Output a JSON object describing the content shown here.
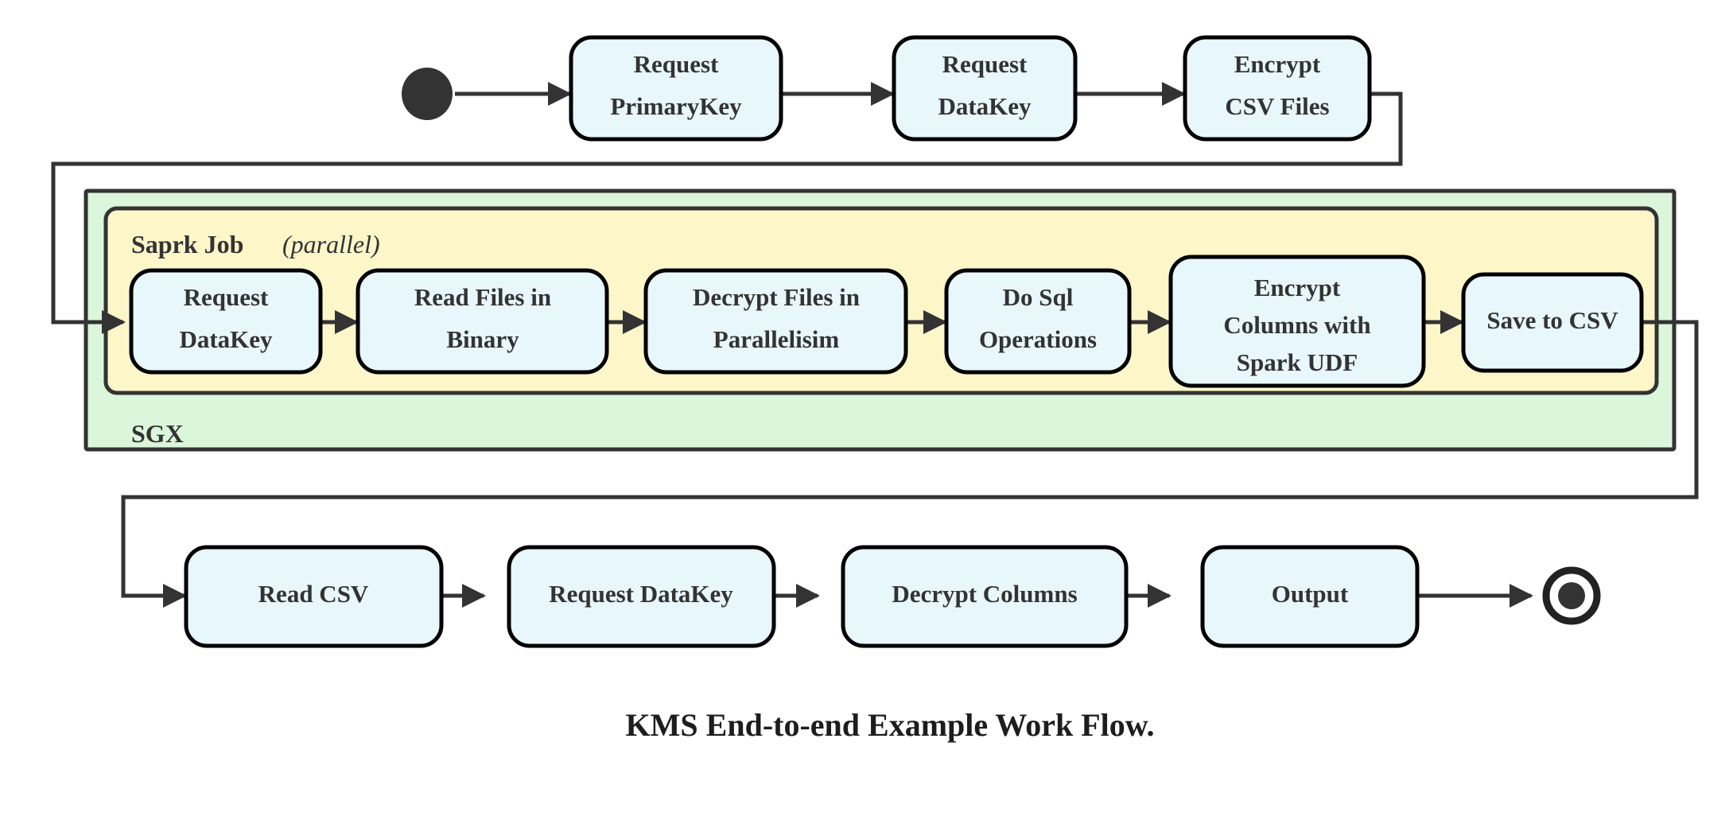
{
  "diagram": {
    "caption": "KMS End-to-end Example Work Flow.",
    "colors": {
      "node_fill": "#e8f7fc",
      "node_stroke": "#000000",
      "group_outer_fill": "#dbf6db",
      "group_inner_fill": "#fdf6c9",
      "edge": "#333333",
      "text": "#333333"
    },
    "start_node": {
      "name": "start"
    },
    "end_node": {
      "name": "end"
    },
    "groups": {
      "outer": {
        "label": "SGX"
      },
      "inner": {
        "label": "Saprk Job",
        "qualifier": "(parallel)"
      }
    },
    "rows": {
      "top": [
        {
          "id": "request-primarykey",
          "line1": "Request",
          "line2": "PrimaryKey"
        },
        {
          "id": "request-datakey-top",
          "line1": "Request",
          "line2": "DataKey"
        },
        {
          "id": "encrypt-csv-files",
          "line1": "Encrypt",
          "line2": "CSV Files"
        }
      ],
      "spark": [
        {
          "id": "request-datakey-spark",
          "line1": "Request",
          "line2": "DataKey"
        },
        {
          "id": "read-files-binary",
          "line1": "Read Files in",
          "line2": "Binary"
        },
        {
          "id": "decrypt-files-parallelisim",
          "line1": "Decrypt Files in",
          "line2": "Parallelisim"
        },
        {
          "id": "do-sql-operations",
          "line1": "Do Sql",
          "line2": "Operations"
        },
        {
          "id": "encrypt-columns-spark-udf",
          "line1": "Encrypt",
          "line2": "Columns with",
          "line3": "Spark UDF"
        },
        {
          "id": "save-to-csv",
          "line1": "Save to CSV"
        }
      ],
      "bottom": [
        {
          "id": "read-csv",
          "line1": "Read CSV"
        },
        {
          "id": "request-datakey-bottom",
          "line1": "Request DataKey"
        },
        {
          "id": "decrypt-columns",
          "line1": "Decrypt Columns"
        },
        {
          "id": "output",
          "line1": "Output"
        }
      ]
    }
  }
}
